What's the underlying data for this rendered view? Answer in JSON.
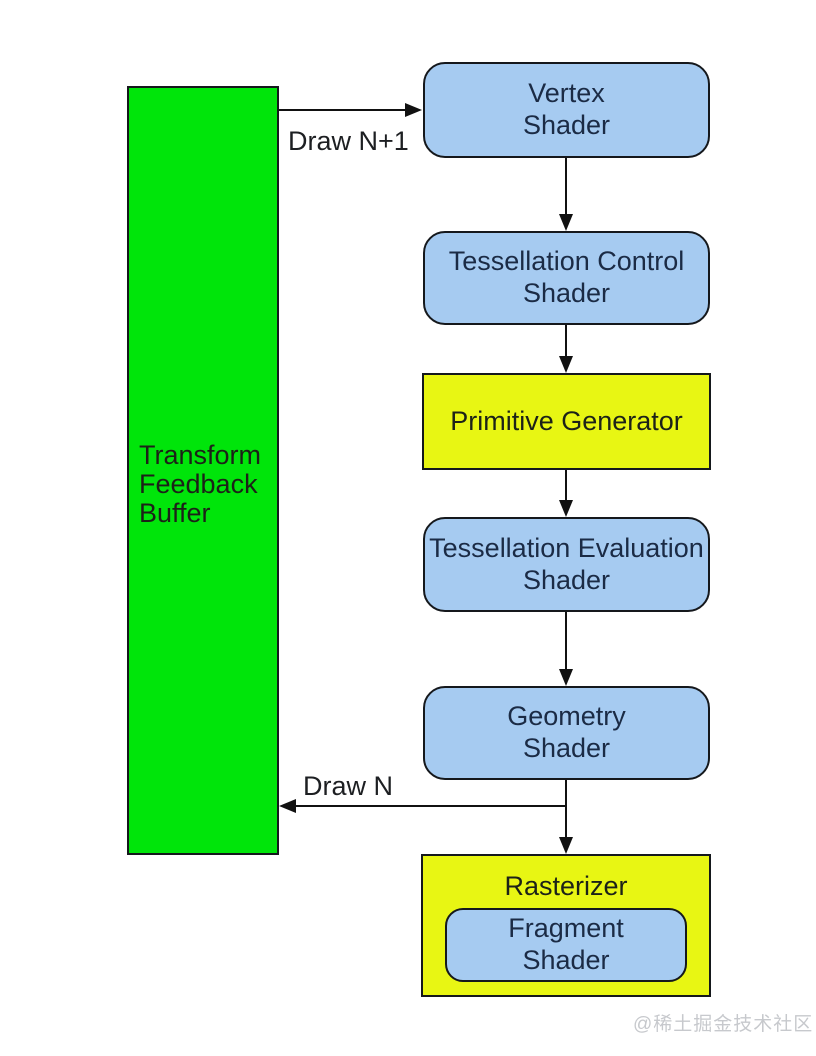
{
  "diagram_type": "flow-diagram",
  "nodes": {
    "transform_feedback_buffer": {
      "label": "Transform\nFeedback\nBuffer",
      "fill": "#00E50A",
      "shape": "rectangle"
    },
    "vertex_shader": {
      "label": "Vertex\nShader",
      "fill": "#A6CBF1",
      "shape": "rounded"
    },
    "tessellation_control_shader": {
      "label": "Tessellation Control\nShader",
      "fill": "#A6CBF1",
      "shape": "rounded"
    },
    "primitive_generator": {
      "label": "Primitive Generator",
      "fill": "#E8F613",
      "shape": "rectangle"
    },
    "tessellation_evaluation_shader": {
      "label": "Tessellation Evaluation\nShader",
      "fill": "#A6CBF1",
      "shape": "rounded"
    },
    "geometry_shader": {
      "label": "Geometry\nShader",
      "fill": "#A6CBF1",
      "shape": "rounded"
    },
    "rasterizer": {
      "label": "Rasterizer",
      "fill": "#E8F613",
      "shape": "rectangle"
    },
    "fragment_shader": {
      "label": "Fragment\nShader",
      "fill": "#A6CBF1",
      "shape": "rounded",
      "parent": "rasterizer"
    }
  },
  "edges": [
    {
      "from": "transform_feedback_buffer",
      "to": "vertex_shader",
      "label": "Draw N+1"
    },
    {
      "from": "vertex_shader",
      "to": "tessellation_control_shader",
      "label": ""
    },
    {
      "from": "tessellation_control_shader",
      "to": "primitive_generator",
      "label": ""
    },
    {
      "from": "primitive_generator",
      "to": "tessellation_evaluation_shader",
      "label": ""
    },
    {
      "from": "tessellation_evaluation_shader",
      "to": "geometry_shader",
      "label": ""
    },
    {
      "from": "geometry_shader",
      "to": "rasterizer",
      "label": ""
    },
    {
      "from": "geometry_shader",
      "to": "transform_feedback_buffer",
      "label": "Draw N"
    }
  ],
  "watermark": "@稀土掘金技术社区",
  "colors": {
    "green_fill": "#00E50A",
    "blue_fill": "#A6CBF1",
    "yellow_fill": "#E8F613",
    "border": "#15181c",
    "blue_text": "#1b2b45",
    "dark_text": "#1c2218",
    "label_text": "#1d1f22",
    "arrow": "#111111",
    "watermark_text": "#c7c9cd"
  }
}
